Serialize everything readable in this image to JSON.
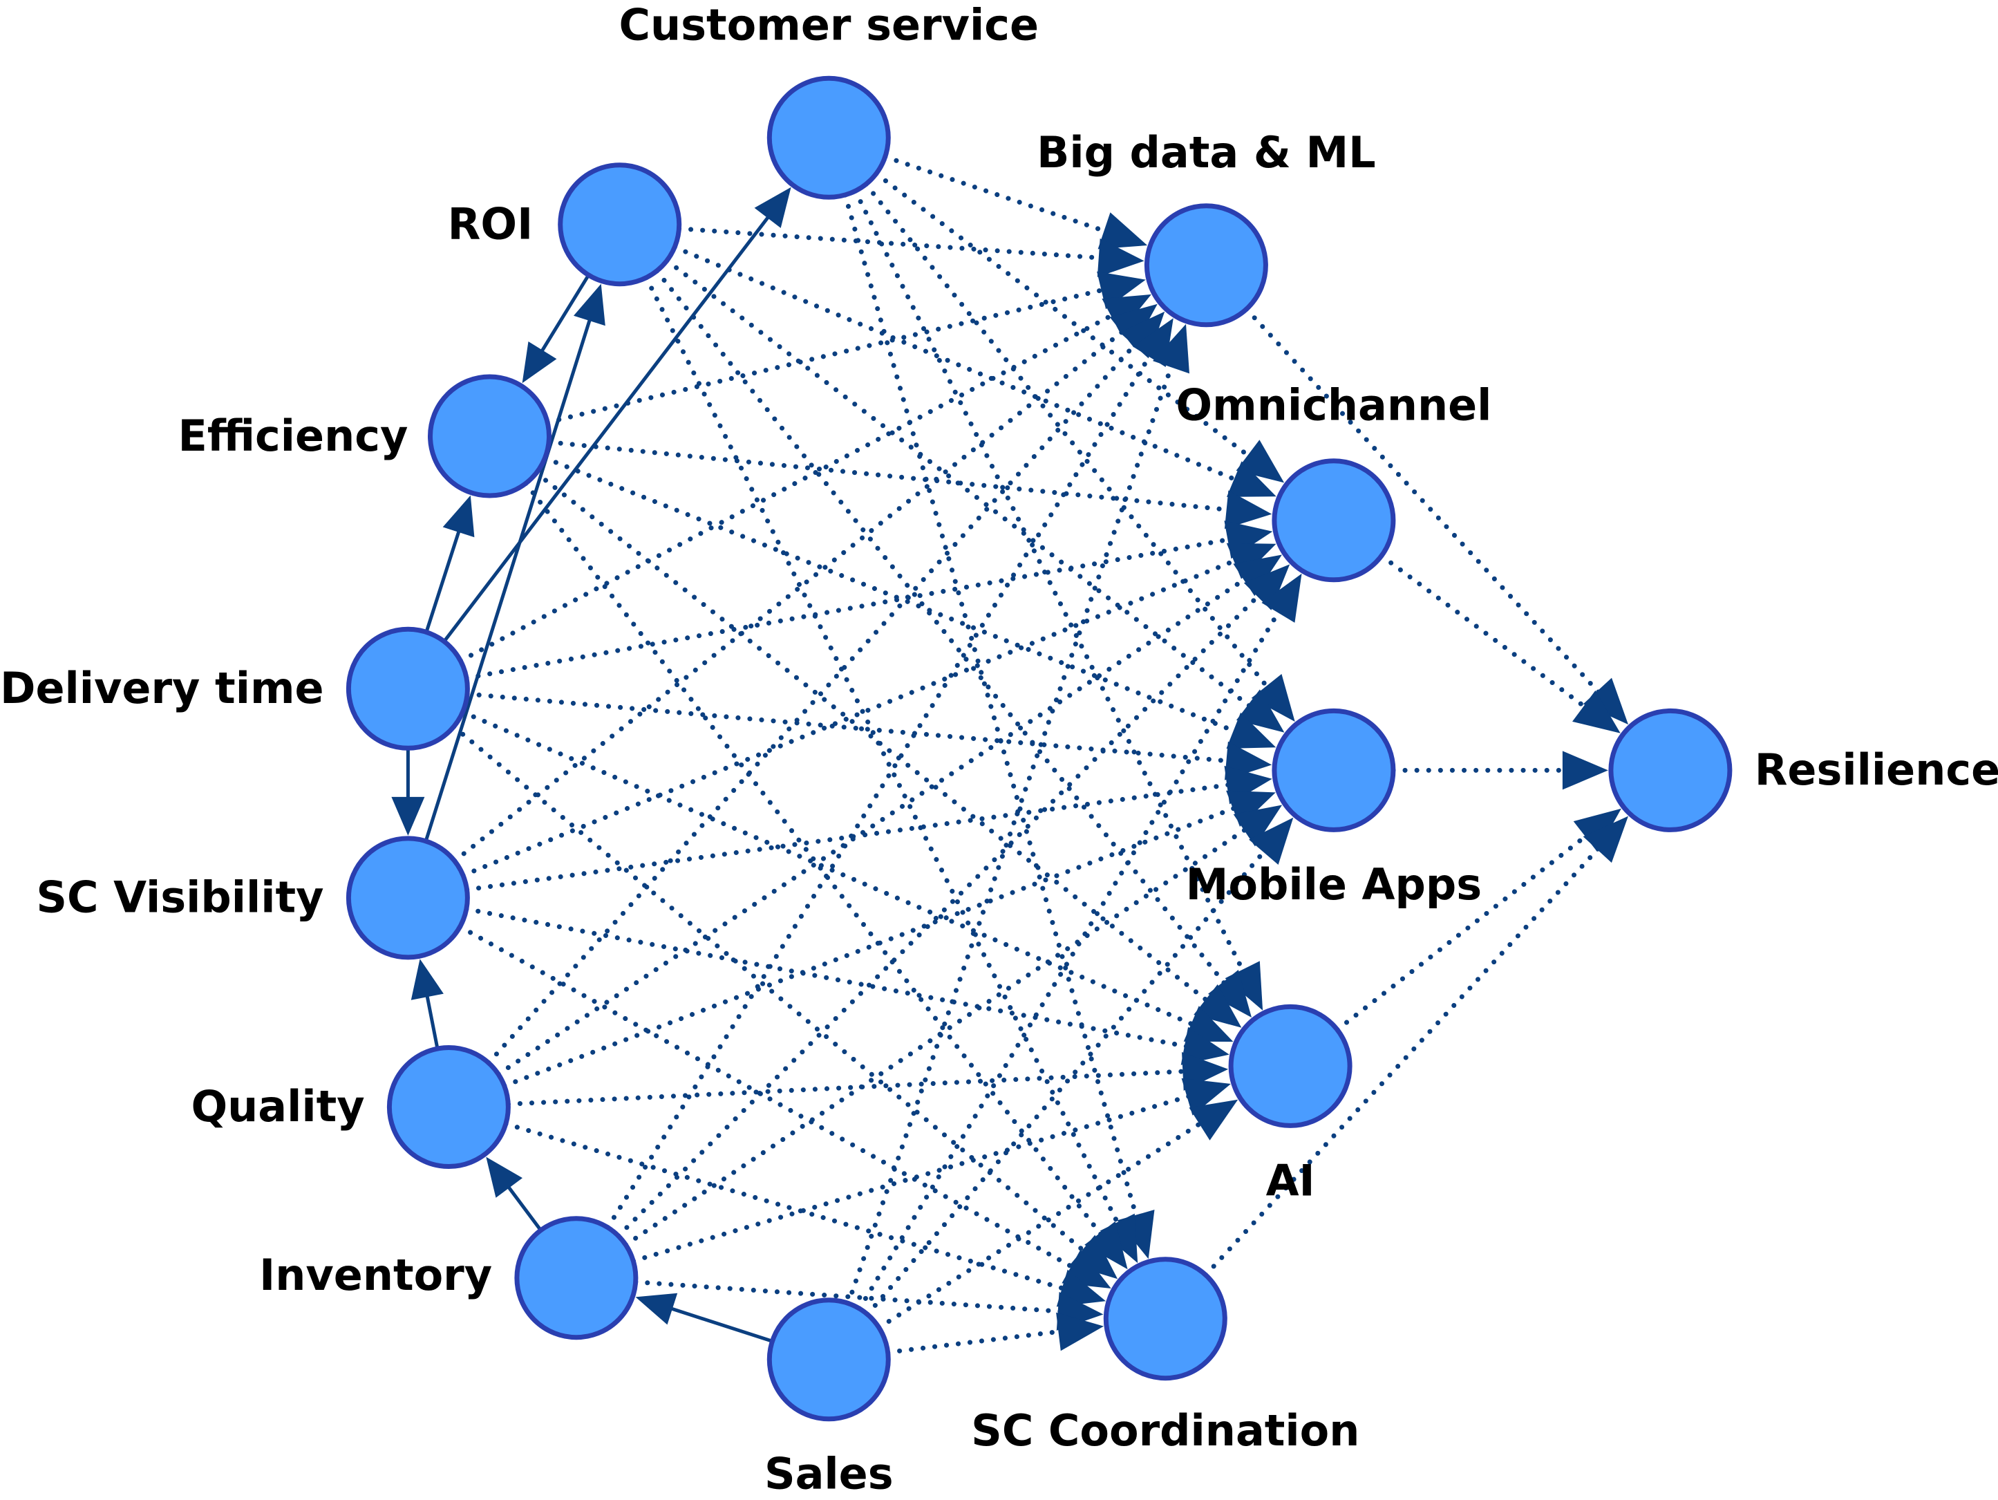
{
  "colors": {
    "node_fill": "#4a9cff",
    "node_stroke": "#2a3fb0",
    "edge": "#0b3f80",
    "arrow": "#0b3f80"
  },
  "nodes": [
    {
      "id": "customer_service",
      "label": "Customer service"
    },
    {
      "id": "big_data_ml",
      "label": "Big data & ML"
    },
    {
      "id": "omnichannel",
      "label": "Omnichannel"
    },
    {
      "id": "mobile_apps",
      "label": "Mobile Apps"
    },
    {
      "id": "ai",
      "label": "AI"
    },
    {
      "id": "sc_coordination",
      "label": "SC Coordination"
    },
    {
      "id": "sales",
      "label": "Sales"
    },
    {
      "id": "inventory",
      "label": "Inventory"
    },
    {
      "id": "quality",
      "label": "Quality"
    },
    {
      "id": "sc_visibility",
      "label": "SC Visibility"
    },
    {
      "id": "delivery_time",
      "label": "Delivery time"
    },
    {
      "id": "efficiency",
      "label": "Efficiency"
    },
    {
      "id": "roi",
      "label": "ROI"
    },
    {
      "id": "resilience",
      "label": "Resilience"
    }
  ],
  "solid_edges": [
    {
      "from": "sales",
      "to": "inventory"
    },
    {
      "from": "inventory",
      "to": "quality"
    },
    {
      "from": "quality",
      "to": "sc_visibility"
    },
    {
      "from": "delivery_time",
      "to": "sc_visibility"
    },
    {
      "from": "delivery_time",
      "to": "efficiency"
    },
    {
      "from": "delivery_time",
      "to": "customer_service"
    },
    {
      "from": "sc_visibility",
      "to": "roi"
    },
    {
      "from": "roi",
      "to": "efficiency"
    }
  ],
  "dotted_sources": [
    "customer_service",
    "roi",
    "efficiency",
    "delivery_time",
    "sc_visibility",
    "quality",
    "inventory",
    "sales"
  ],
  "dotted_targets": [
    "big_data_ml",
    "omnichannel",
    "mobile_apps",
    "ai",
    "sc_coordination"
  ],
  "dotted_to_resilience": [
    "big_data_ml",
    "omnichannel",
    "mobile_apps",
    "ai",
    "sc_coordination"
  ]
}
